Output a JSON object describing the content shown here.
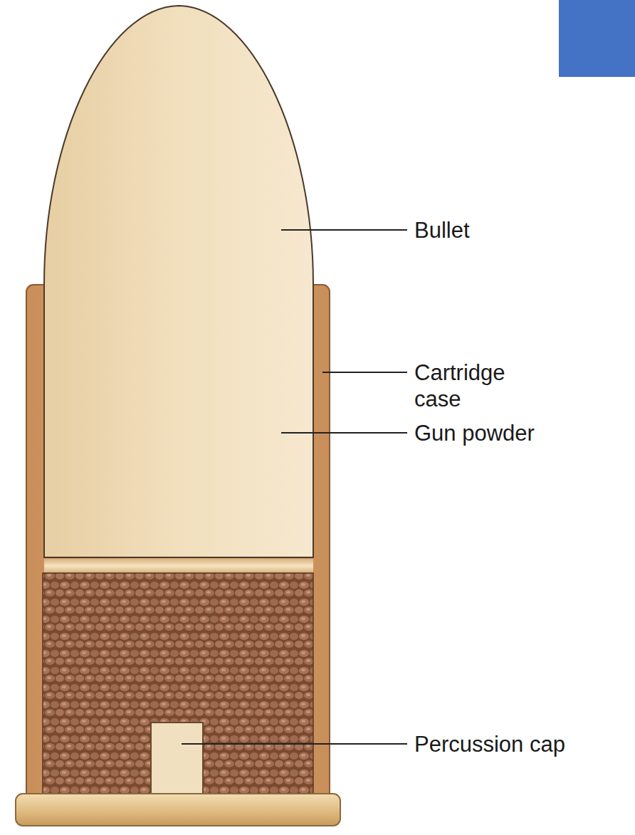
{
  "diagram": {
    "labels": [
      "Bullet",
      "Cartridge case",
      "Gun powder",
      "Percussion cap"
    ]
  }
}
